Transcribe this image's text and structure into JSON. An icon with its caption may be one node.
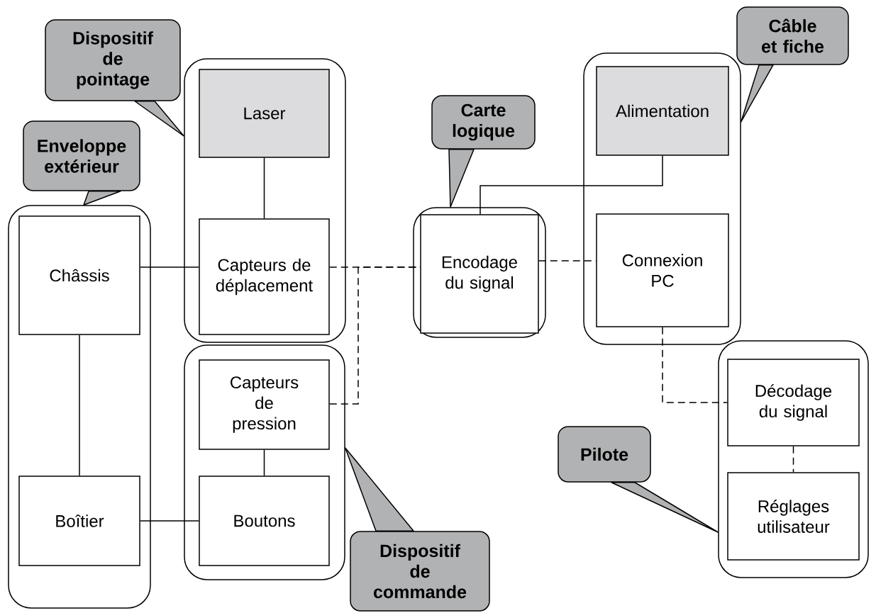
{
  "diagram": {
    "nodes": [
      {
        "text": [],
        "shape": "box"
      },
      {
        "text": [
          "Châssis"
        ],
        "in": 0
      },
      {
        "text": [
          "Boîtier"
        ],
        "in": 0
      },
      {
        "text": [],
        "shape": "box"
      },
      {
        "text": [
          "Laser"
        ],
        "in": 3
      },
      {
        "text": [
          "Capteurs de déplacement"
        ],
        "in": 3
      },
      {
        "text": [],
        "shape": "box"
      },
      {
        "text": [
          "Capteurs de pression"
        ],
        "in": 6
      },
      {
        "text": [
          "Boutons"
        ],
        "in": 6
      },
      {
        "text": [],
        "shape": "box"
      },
      {
        "text": [
          "Encodage du signal"
        ],
        "in": 9
      },
      {
        "text": [],
        "shape": "box"
      },
      {
        "text": [
          "Alimentation"
        ],
        "in": 11
      },
      {
        "text": [
          "Connexion PC"
        ],
        "in": 11
      },
      {
        "text": [],
        "shape": "box"
      },
      {
        "text": [
          "Décodage du signal"
        ],
        "in": 14
      },
      {
        "text": [
          "Réglages utilisateur"
        ],
        "in": 14
      },
      {
        "text": [
          "Dispositif de pointage"
        ]
      },
      {
        "text": [
          "Enveloppe extérieur"
        ]
      },
      {
        "text": [
          "Carte logique"
        ]
      },
      {
        "text": [
          "Câble et fiche"
        ]
      },
      {
        "text": [
          "Pilote"
        ]
      },
      {
        "text": [
          "Dispositif de commande"
        ]
      }
    ],
    "edges": [
      {
        "from": 1,
        "to": 5,
        "arrow": "none"
      },
      {
        "from": 1,
        "to": 2,
        "arrow": "none"
      },
      {
        "from": 2,
        "to": 8,
        "arrow": "none"
      },
      {
        "from": 4,
        "to": 5,
        "arrow": "none"
      },
      {
        "from": 7,
        "to": 8,
        "arrow": "none"
      },
      {
        "from": 5,
        "to": 10,
        "arrow": "none",
        "style": "dashed"
      },
      {
        "from": 7,
        "to": 10,
        "arrow": "none",
        "style": "dashed"
      },
      {
        "from": 12,
        "to": 10,
        "arrow": "none"
      },
      {
        "from": 10,
        "to": 13,
        "arrow": "none",
        "style": "dashed"
      },
      {
        "from": 13,
        "to": 15,
        "arrow": "none",
        "style": "dashed"
      },
      {
        "from": 15,
        "to": 16,
        "arrow": "none",
        "style": "dashed"
      },
      {
        "from": 17,
        "to": 3,
        "arrow": "none"
      },
      {
        "from": 18,
        "to": 0,
        "arrow": "none"
      },
      {
        "from": 19,
        "to": 9,
        "arrow": "none"
      },
      {
        "from": 20,
        "to": 11,
        "arrow": "none"
      },
      {
        "from": 21,
        "to": 14,
        "arrow": "none"
      },
      {
        "from": 22,
        "to": 6,
        "arrow": "none"
      }
    ]
  }
}
